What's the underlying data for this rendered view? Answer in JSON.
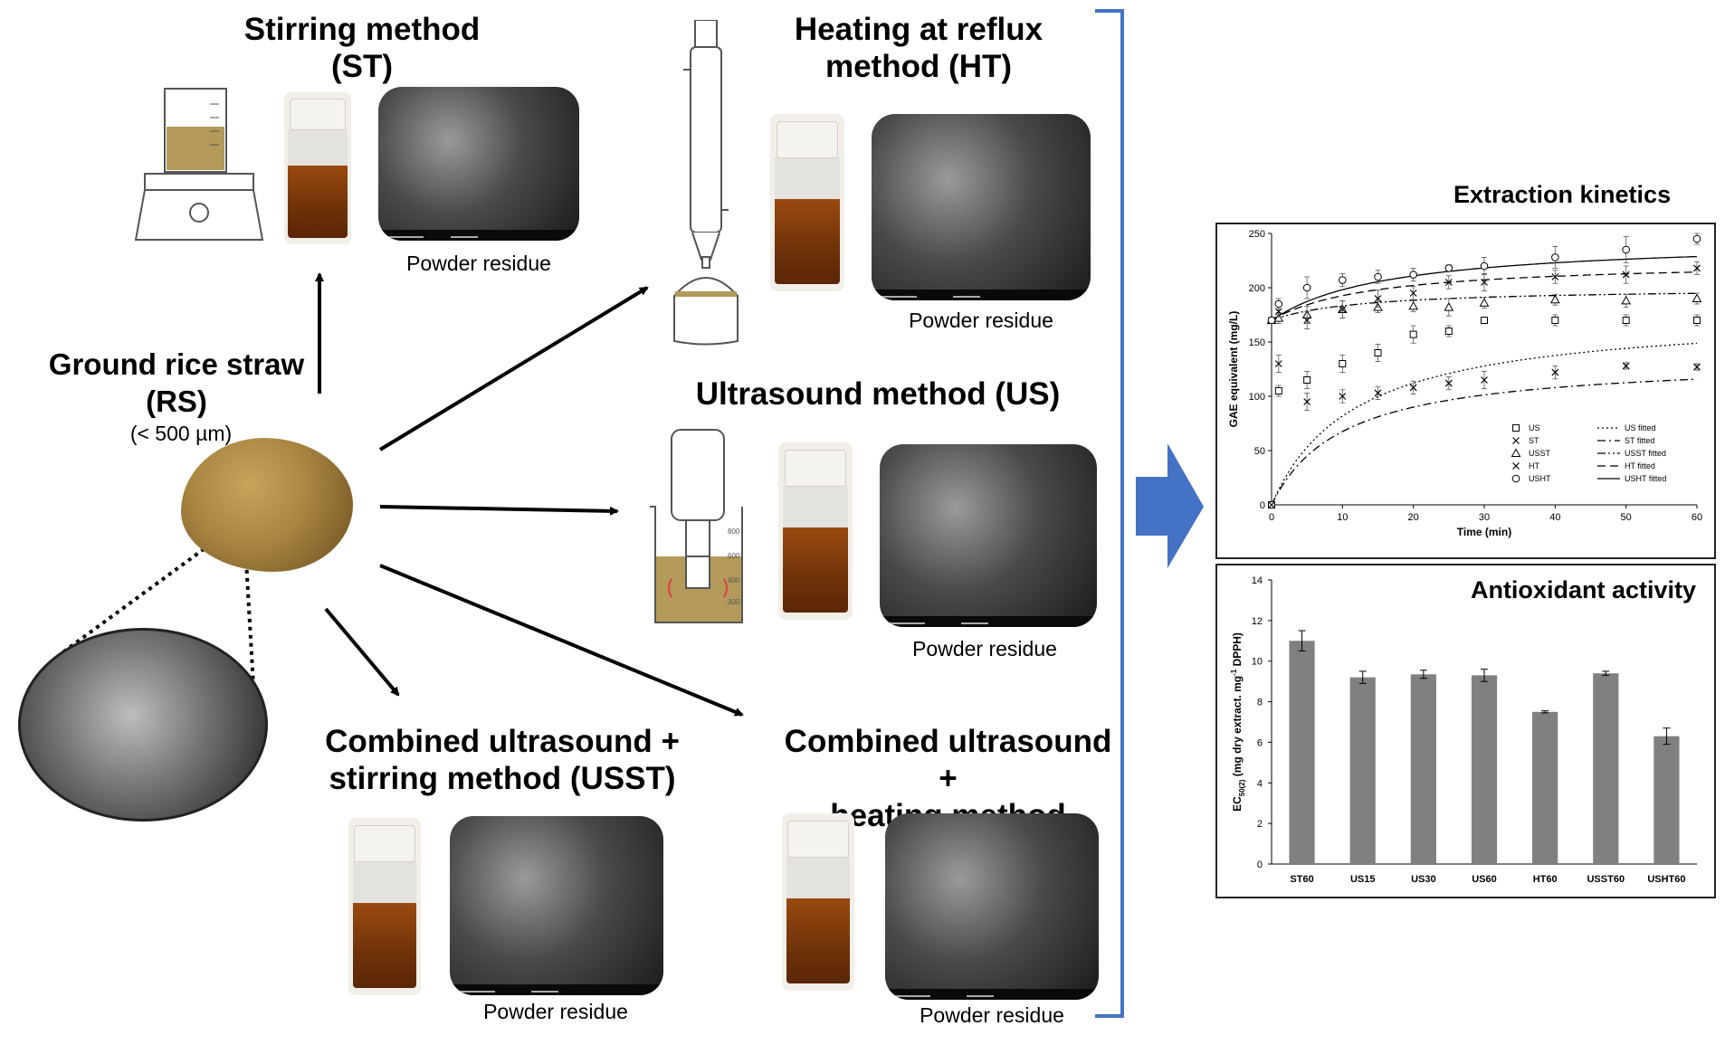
{
  "methods": {
    "st": {
      "line1": "Stirring method",
      "line2": "(ST)",
      "caption": "Powder residue"
    },
    "ht": {
      "line1": "Heating at reflux",
      "line2": "method (HT)",
      "caption": "Powder residue"
    },
    "us": {
      "line1": "Ultrasound method (US)",
      "caption": "Powder residue"
    },
    "usst": {
      "line1": "Combined ultrasound +",
      "line2": "stirring method (USST)",
      "caption": "Powder residue"
    },
    "usht": {
      "line1": "Combined ultrasound +",
      "line2": "heating method (USHT)",
      "caption": "Powder residue"
    }
  },
  "raw_material": {
    "line1": "Ground rice straw",
    "line2": "(RS)",
    "size": "(< 500 µm)"
  },
  "beaker_ticks": [
    "800",
    "600",
    "400",
    "300"
  ],
  "panels": {
    "kinetics": {
      "title": "Extraction kinetics"
    },
    "antioxidant": {
      "title": "Antioxidant activity"
    }
  },
  "colors": {
    "arrow_blue": "#4472C4",
    "bar_gray": "#808080",
    "bracket_blue": "#4472C4"
  },
  "chart_data": [
    {
      "type": "scatter",
      "title": "",
      "xlabel": "Time (min)",
      "ylabel": "GAE equivalent (mg/L)",
      "xlim": [
        0,
        60
      ],
      "ylim": [
        0,
        250
      ],
      "xticks": [
        0,
        10,
        20,
        30,
        40,
        50,
        60
      ],
      "yticks": [
        0,
        50,
        100,
        150,
        200,
        250
      ],
      "legend_placement": "bottom-right",
      "series": [
        {
          "name": "US",
          "marker": "square",
          "x": [
            0,
            1,
            5,
            10,
            15,
            20,
            25,
            30,
            40,
            50,
            60
          ],
          "y": [
            0,
            105,
            115,
            130,
            140,
            157,
            160,
            170,
            170,
            170,
            170
          ],
          "err": [
            0,
            5,
            8,
            8,
            8,
            8,
            5,
            3,
            5,
            5,
            5
          ]
        },
        {
          "name": "ST",
          "marker": "x",
          "x": [
            0,
            1,
            5,
            10,
            15,
            20,
            25,
            30,
            40,
            50,
            60
          ],
          "y": [
            0,
            130,
            95,
            100,
            103,
            108,
            112,
            115,
            122,
            128,
            127
          ],
          "err": [
            0,
            8,
            8,
            6,
            6,
            6,
            6,
            8,
            6,
            3,
            3
          ]
        },
        {
          "name": "USST",
          "marker": "triangle",
          "x": [
            0,
            1,
            5,
            10,
            15,
            20,
            25,
            30,
            40,
            50,
            60
          ],
          "y": [
            170,
            172,
            175,
            180,
            182,
            183,
            182,
            186,
            189,
            188,
            190
          ],
          "err": [
            0,
            5,
            8,
            8,
            5,
            5,
            8,
            5,
            5,
            6,
            5
          ]
        },
        {
          "name": "HT",
          "marker": "x",
          "x": [
            0,
            1,
            5,
            10,
            15,
            20,
            25,
            30,
            40,
            50,
            60
          ],
          "y": [
            170,
            178,
            170,
            180,
            190,
            195,
            205,
            205,
            210,
            212,
            218
          ],
          "err": [
            0,
            5,
            8,
            8,
            8,
            6,
            6,
            8,
            6,
            8,
            6
          ]
        },
        {
          "name": "USHT",
          "marker": "circle",
          "x": [
            0,
            1,
            5,
            10,
            15,
            20,
            25,
            30,
            40,
            50,
            60
          ],
          "y": [
            170,
            185,
            200,
            207,
            210,
            212,
            218,
            220,
            228,
            235,
            245
          ],
          "err": [
            0,
            5,
            10,
            6,
            6,
            6,
            3,
            8,
            10,
            12,
            5
          ]
        }
      ],
      "fitted": [
        {
          "name": "US fitted",
          "dash": "dotted",
          "ymax": 178,
          "y0": 0,
          "k": 0.085
        },
        {
          "name": "ST fitted",
          "dash": "dashdot",
          "ymax": 135,
          "y0": 0,
          "k": 0.1
        },
        {
          "name": "USST fitted",
          "dash": "dashdotdot",
          "ymax": 200,
          "y0": 170,
          "k": 0.08
        },
        {
          "name": "HT fitted",
          "dash": "dashed",
          "ymax": 225,
          "y0": 170,
          "k": 0.07
        },
        {
          "name": "USHT fitted",
          "dash": "solid",
          "ymax": 245,
          "y0": 170,
          "k": 0.06
        }
      ]
    },
    {
      "type": "bar",
      "title": "",
      "xlabel": "",
      "ylabel_main": "EC",
      "ylabel_sub": "50(2)",
      "ylabel_rest": " (mg dry extract. mg",
      "ylabel_sup": "-1",
      "ylabel_end": " DPPH)",
      "ylim": [
        0,
        14
      ],
      "yticks": [
        0,
        2,
        4,
        6,
        8,
        10,
        12,
        14
      ],
      "categories": [
        "ST60",
        "US15",
        "US30",
        "US60",
        "HT60",
        "USST60",
        "USHT60"
      ],
      "values": [
        11.0,
        9.2,
        9.35,
        9.3,
        7.5,
        9.4,
        6.3
      ],
      "errors": [
        0.5,
        0.3,
        0.2,
        0.3,
        0.05,
        0.1,
        0.4
      ]
    }
  ]
}
